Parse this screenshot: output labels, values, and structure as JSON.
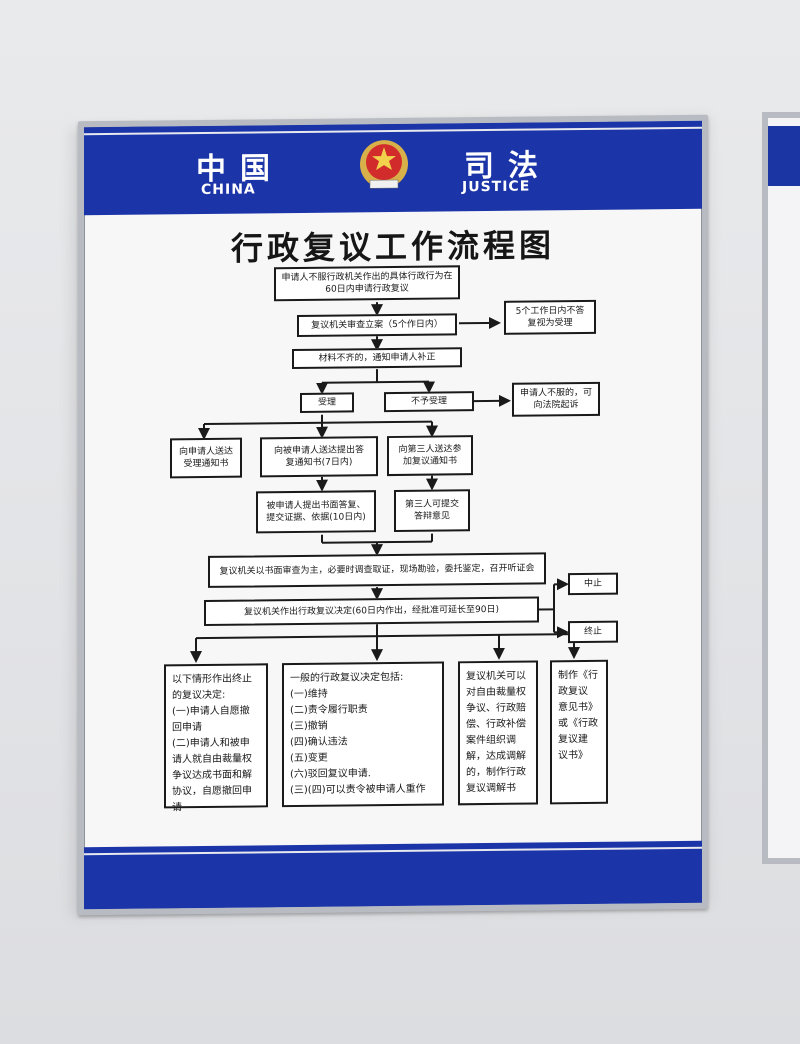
{
  "header": {
    "cn_left": "中国",
    "en_left": "CHINA",
    "cn_right": "司法",
    "en_right": "JUSTICE",
    "emblem_icon": "justice-emblem-icon"
  },
  "title": "行政复议工作流程图",
  "nodes": {
    "apply": "申请人不服行政机关作出的具体行政行为在\n60日内申请行政复议",
    "review": "复议机关审查立案（5个作日内）",
    "timeout": "5个工作日内不答\n复视为受理",
    "supplement": "材料不齐的，通知申请人补正",
    "accept": "受理",
    "reject": "不予受理",
    "sue": "申请人不服的，可\n向法院起诉",
    "notify_applicant": "向申请人送达\n受理通知书",
    "notify_respondent": "向被申请人送达提出答\n复通知书(7日内)",
    "notify_third": "向第三人送达参\n加复议通知书",
    "respondent_reply": "被申请人提出书面答复、\n提交证据、依据(10日内)",
    "third_opinion": "第三人可提交\n答辩意见",
    "written_review": "复议机关以书面审查为主，必要时调查取证，现场勘验，委托鉴定，召开听证会",
    "decision": "复议机关作出行政复议决定(60日内作出，经批准可延长至90日)",
    "suspend": "中止",
    "terminate": "终止",
    "termination_cases": "以下情形作出终止\n的复议决定:\n(一)申请人自愿撤\n回申请\n(二)申请人和被申\n请人就自由裁量权\n争议达成书面和解\n协议，自愿撤回申请",
    "general_decisions": "一般的行政复议决定包括:\n(一)维持\n(二)责令履行职责\n(三)撤销\n(四)确认违法\n(五)变更\n(六)驳回复议申请.\n(三)(四)可以责令被申请人重作",
    "mediation": "复议机关可以\n对自由裁量权\n争议、行政赔\n偿、行政补偿\n案件组织调\n解，达成调解\n的，制作行政\n复议调解书",
    "opinion_letter": "制作《行\n政复议\n意见书》\n或《行政\n复议建\n议书》"
  }
}
